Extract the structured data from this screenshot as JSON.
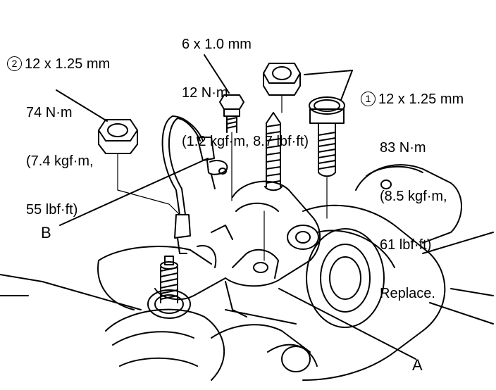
{
  "callout_2": {
    "marker": "2",
    "lines": [
      "12 x 1.25 mm",
      "74 N·m",
      "(7.4 kgf·m,",
      "55 lbf·ft)"
    ]
  },
  "callout_top": {
    "lines": [
      "6 x 1.0 mm",
      "12 N·m",
      "(1.2 kgf·m, 8.7 lbf·ft)"
    ]
  },
  "callout_1": {
    "marker": "1",
    "lines": [
      "12 x 1.25 mm",
      "83 N·m",
      "(8.5 kgf·m,",
      "61 lbf·ft)",
      "Replace."
    ]
  },
  "labels": {
    "a": "A",
    "b": "B"
  }
}
